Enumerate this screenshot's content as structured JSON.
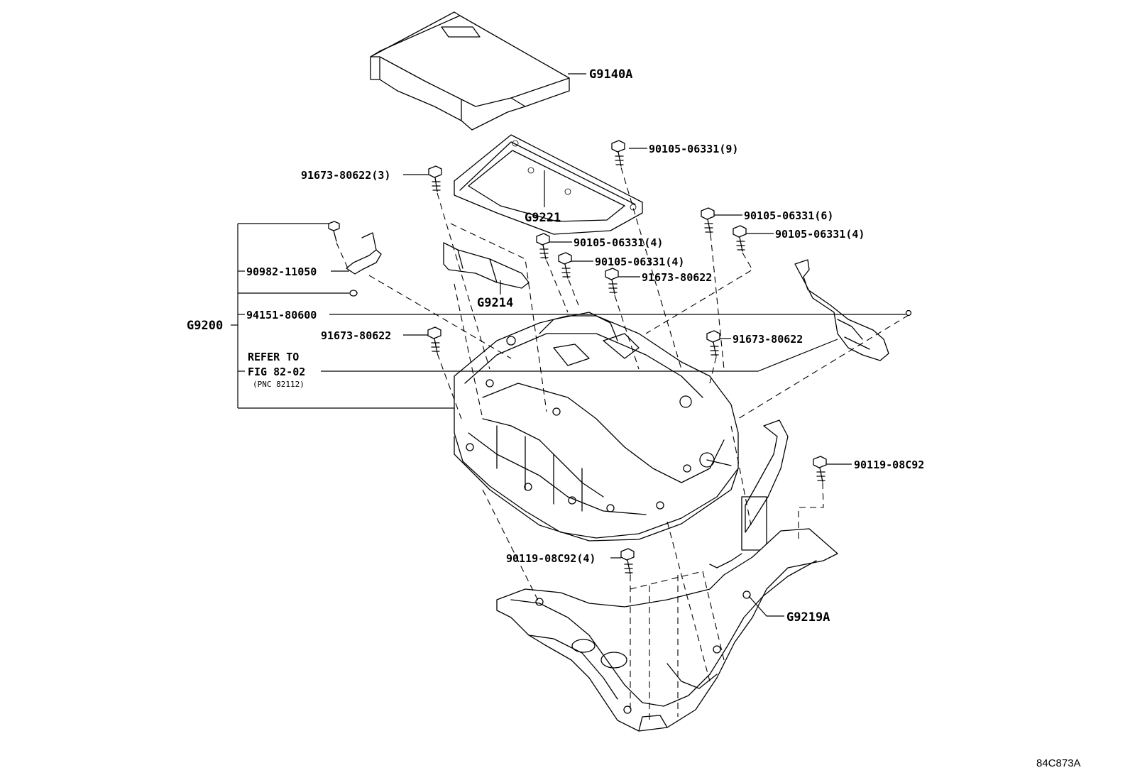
{
  "labels": {
    "cover": "G9140A",
    "gasket": "G9221",
    "bracket": "G9214",
    "inverter": "G9200",
    "lower_bracket": "G9219A",
    "bolt_top_left": "91673-80622(3)",
    "bolt_top_right_9": "90105-06331(9)",
    "bolt_6": "90105-06331(6)",
    "bolt_4_right": "90105-06331(4)",
    "bolt_4_a": "90105-06331(4)",
    "bolt_4_b": "90105-06331(4)",
    "bolt_mid": "91673-80622",
    "bolt_left": "91673-80622",
    "bolt_right": "91673-80622",
    "clamp": "90982-11050",
    "nut": "94151-80600",
    "refer_line1": "REFER TO",
    "refer_line2": "FIG 82-02",
    "refer_line3": "(PNC 82112)",
    "bolt_08c92": "90119-08C92",
    "bolt_08c92_4": "90119-08C92(4)",
    "diagram_id": "84C873A"
  }
}
